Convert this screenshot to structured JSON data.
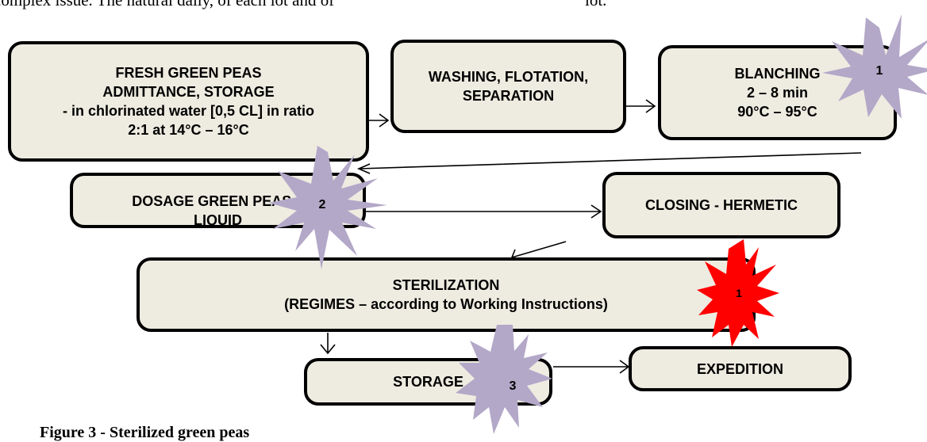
{
  "page_text": {
    "top_left": "complex issue. The natural daily, of each lot and of",
    "top_right": "lot."
  },
  "boxes": {
    "fresh": {
      "line1": "FRESH GREEN PEAS",
      "line2": "ADMITTANCE, STORAGE",
      "line3": "- in chlorinated water [0,5 CL] in ratio",
      "line4": "2:1 at 14°C – 16°C"
    },
    "washing": {
      "line1": "WASHING, FLOTATION,",
      "line2": "SEPARATION"
    },
    "blanching": {
      "line1": "BLANCHING",
      "line2": "2 – 8 min",
      "line3": "90°C – 95°C"
    },
    "dosage": {
      "line1": "DOSAGE GREEN PEAS +",
      "line2": "LIQUID"
    },
    "closing": {
      "line1": "CLOSING - HERMETIC"
    },
    "sterilization": {
      "line1": "STERILIZATION",
      "line2": "(REGIMES – according to Working Instructions)"
    },
    "storage": {
      "line1": "STORAGE"
    },
    "expedition": {
      "line1": "EXPEDITION"
    }
  },
  "markers": {
    "blanching": "1",
    "dosage": "2",
    "sterilization": "1",
    "storage": "3"
  },
  "colors": {
    "box_fill": "#eeece1",
    "star_purple": "#b3a8c8",
    "star_red": "#ff0000"
  },
  "caption": "Figure 3 - Sterilized green peas"
}
